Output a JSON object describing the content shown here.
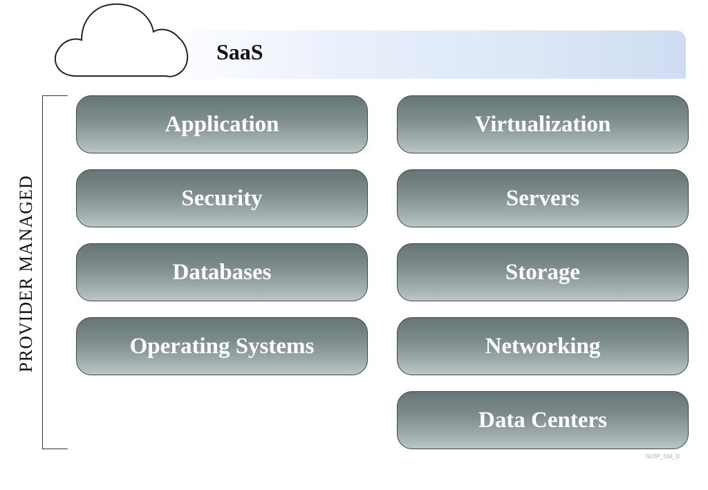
{
  "banner": {
    "title": "SaaS",
    "icon": "cloud-icon"
  },
  "side_label": "PROVIDER MANAGED",
  "left_column": [
    "Application",
    "Security",
    "Databases",
    "Operating Systems"
  ],
  "right_column": [
    "Virtualization",
    "Servers",
    "Storage",
    "Networking",
    "Data Centers"
  ],
  "footnote": "SLDP_034_D",
  "colors": {
    "layer_fill_top": "#657575",
    "layer_fill_bottom": "#bcc6c6",
    "banner_fill": "#dce7f7",
    "text_on_layer": "#ffffff"
  }
}
